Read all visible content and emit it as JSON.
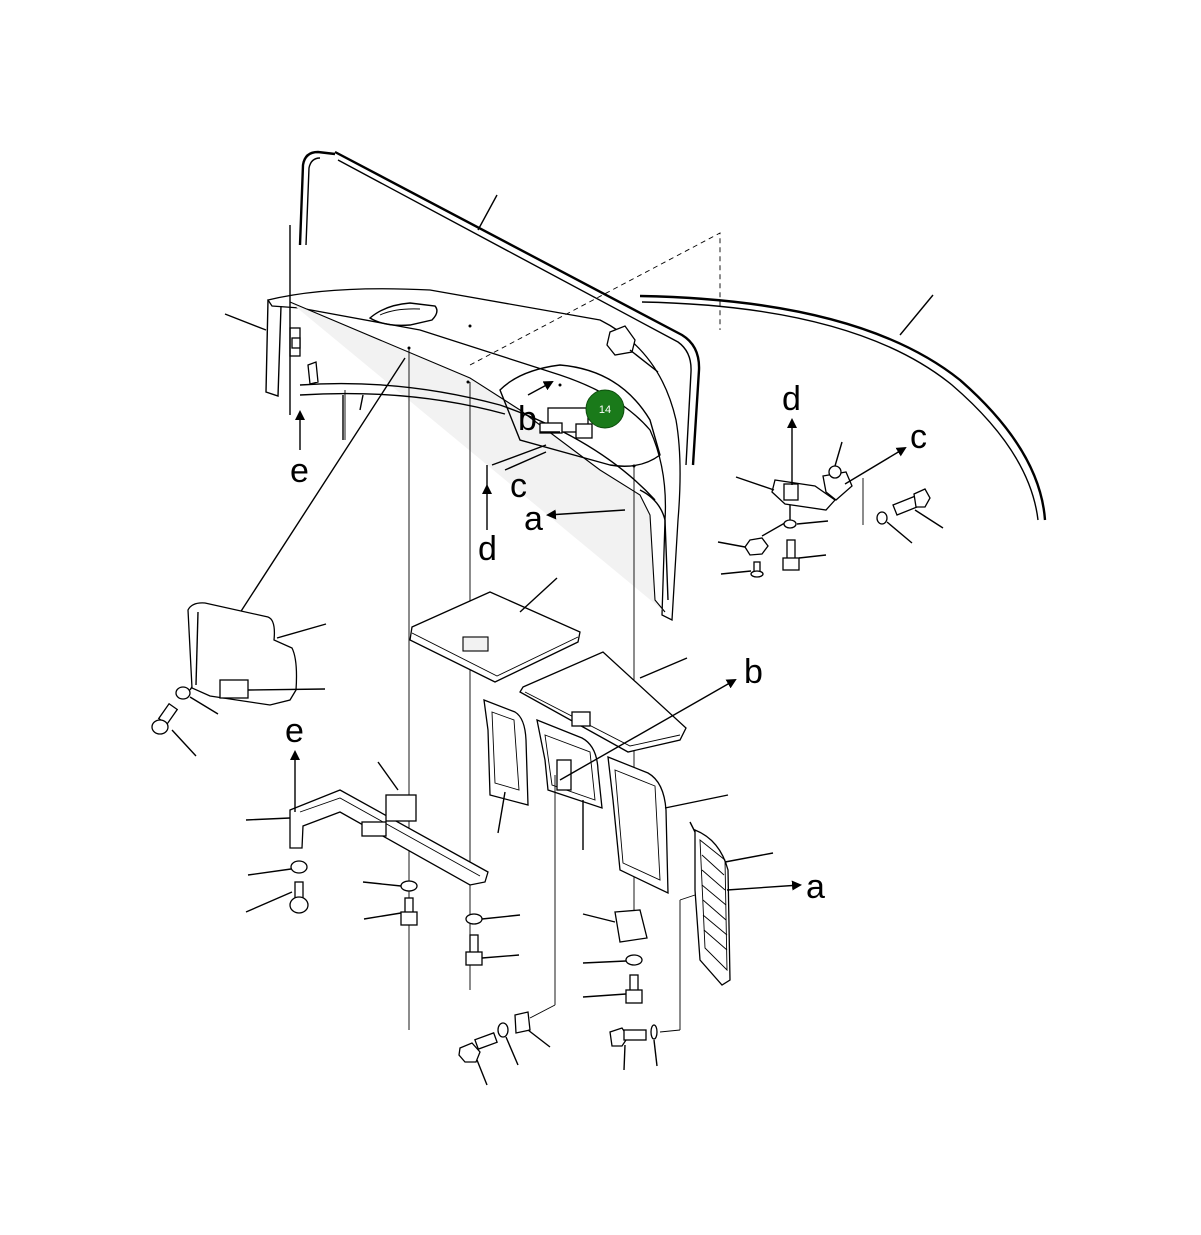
{
  "callout": {
    "number": "14",
    "color": "#1a7a1a"
  },
  "labels": {
    "a": "a",
    "b": "b",
    "c": "c",
    "d": "d",
    "e": "e"
  }
}
